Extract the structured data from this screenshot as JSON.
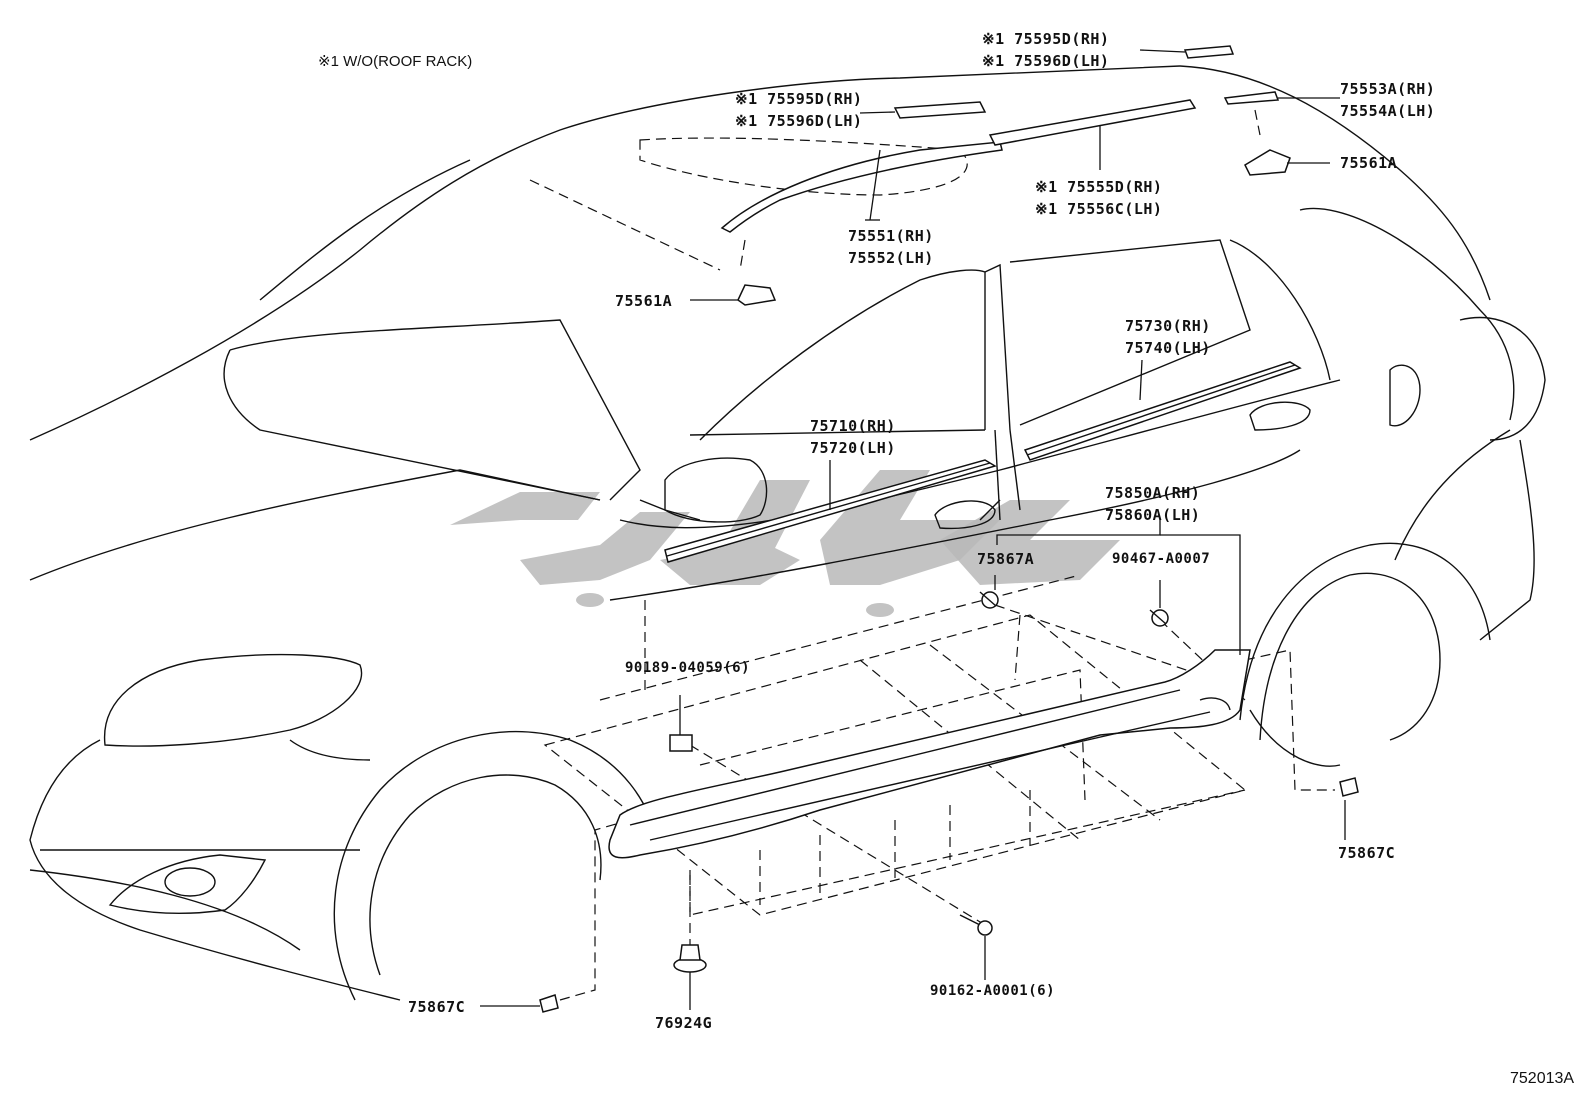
{
  "note": "※1 W/O(ROOF RACK)",
  "diagram_code": "752013A",
  "callouts": {
    "c1": [
      "※1 75595D(RH)",
      "※1 75596D(LH)"
    ],
    "c2": [
      "※1 75595D(RH)",
      "※1 75596D(LH)"
    ],
    "c3": [
      "75553A(RH)",
      "75554A(LH)"
    ],
    "c4": [
      "75561A"
    ],
    "c5": [
      "※1 75555D(RH)",
      "※1 75556C(LH)"
    ],
    "c6": [
      "75551(RH)",
      "75552(LH)"
    ],
    "c7": [
      "75561A"
    ],
    "c8": [
      "75730(RH)",
      "75740(LH)"
    ],
    "c9": [
      "75710(RH)",
      "75720(LH)"
    ],
    "c10": [
      "75850A(RH)",
      "75860A(LH)"
    ],
    "c11": [
      "75867A"
    ],
    "c12": [
      "90467-A0007"
    ],
    "c13": [
      "90189-04059(6)"
    ],
    "c14": [
      "75867C"
    ],
    "c15": [
      "90162-A0001(6)"
    ],
    "c16": [
      "75867C"
    ],
    "c17": [
      "76924G"
    ]
  }
}
